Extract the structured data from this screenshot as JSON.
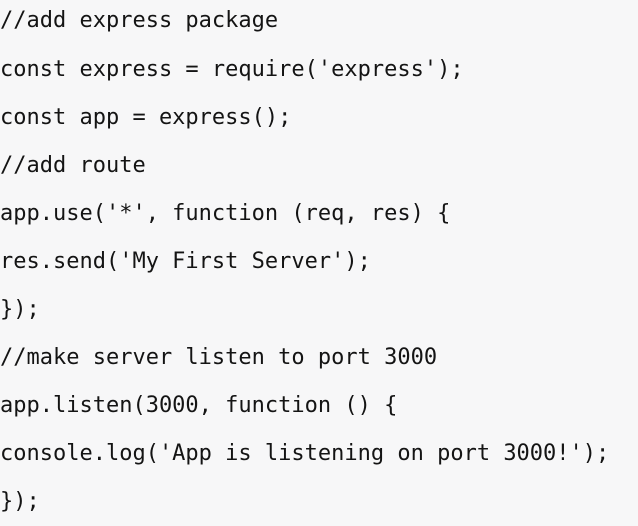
{
  "editor": {
    "background_color": "#f7f7f8",
    "text_color": "#141414",
    "language": "javascript",
    "line_count": 11,
    "lines": [
      {
        "n": 1,
        "text": "//add express package"
      },
      {
        "n": 2,
        "text": "const express = require('express');"
      },
      {
        "n": 3,
        "text": "const app = express();"
      },
      {
        "n": 4,
        "text": "//add route"
      },
      {
        "n": 5,
        "text": "app.use('*', function (req, res) {"
      },
      {
        "n": 6,
        "text": "res.send('My First Server');"
      },
      {
        "n": 7,
        "text": "});"
      },
      {
        "n": 8,
        "text": "//make server listen to port 3000"
      },
      {
        "n": 9,
        "text": "app.listen(3000, function () {"
      },
      {
        "n": 10,
        "text": "console.log('App is listening on port 3000!');"
      },
      {
        "n": 11,
        "text": "});"
      }
    ]
  }
}
